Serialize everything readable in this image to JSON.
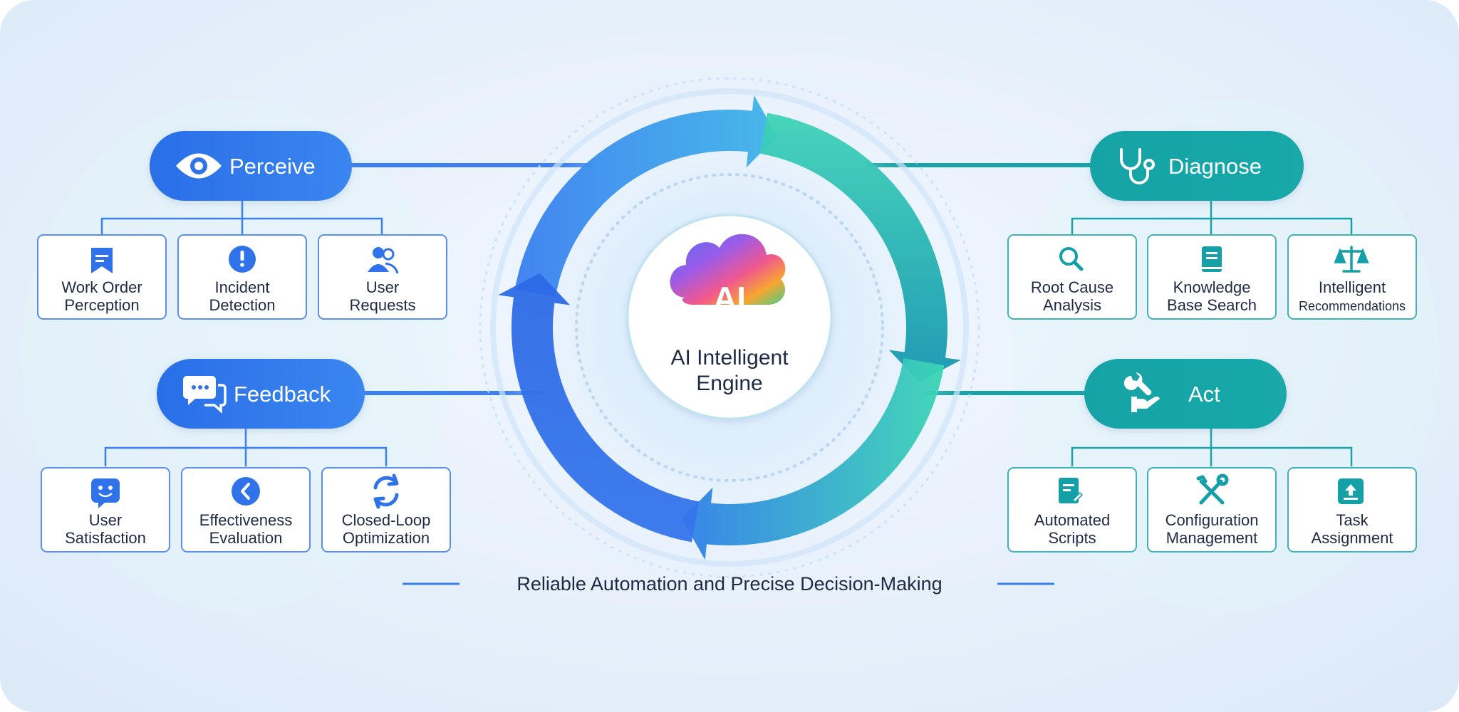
{
  "engine": {
    "badge": "AI",
    "title_line1": "AI Intelligent",
    "title_line2": "Engine"
  },
  "stages": {
    "perceive": {
      "label": "Perceive",
      "icon": "eye-icon",
      "color": "#2f72ea",
      "items": [
        {
          "line1": "Work Order",
          "line2": "Perception",
          "icon": "bookmark-icon"
        },
        {
          "line1": "Incident",
          "line2": "Detection",
          "icon": "alert-icon"
        },
        {
          "line1": "User",
          "line2": "Requests",
          "icon": "users-icon"
        }
      ]
    },
    "diagnose": {
      "label": "Diagnose",
      "icon": "stethoscope-icon",
      "color": "#159fa6",
      "items": [
        {
          "line1": "Root Cause",
          "line2": "Analysis",
          "icon": "magnifier-icon"
        },
        {
          "line1": "Knowledge",
          "line2": "Base Search",
          "icon": "book-icon"
        },
        {
          "line1": "Intelligent",
          "line2": "Recommendations",
          "icon": "scales-icon"
        }
      ]
    },
    "feedback": {
      "label": "Feedback",
      "icon": "chat-icon",
      "color": "#2f72ea",
      "items": [
        {
          "line1": "User",
          "line2": "Satisfaction",
          "icon": "smiley-icon"
        },
        {
          "line1": "Effectiveness",
          "line2": "Evaluation",
          "icon": "gauge-icon"
        },
        {
          "line1": "Closed-Loop",
          "line2": "Optimization",
          "icon": "refresh-icon"
        }
      ]
    },
    "act": {
      "label": "Act",
      "icon": "hand-wrench-icon",
      "color": "#159fa6",
      "items": [
        {
          "line1": "Automated",
          "line2": "Scripts",
          "icon": "script-icon"
        },
        {
          "line1": "Configuration",
          "line2": "Management",
          "icon": "tools-icon"
        },
        {
          "line1": "Task",
          "line2": "Assignment",
          "icon": "upload-icon"
        }
      ]
    }
  },
  "footer": {
    "tagline": "Reliable Automation and Precise Decision-Making"
  },
  "colors": {
    "blue": "#2f72ea",
    "teal": "#159fa6",
    "text": "#1f2a44"
  }
}
